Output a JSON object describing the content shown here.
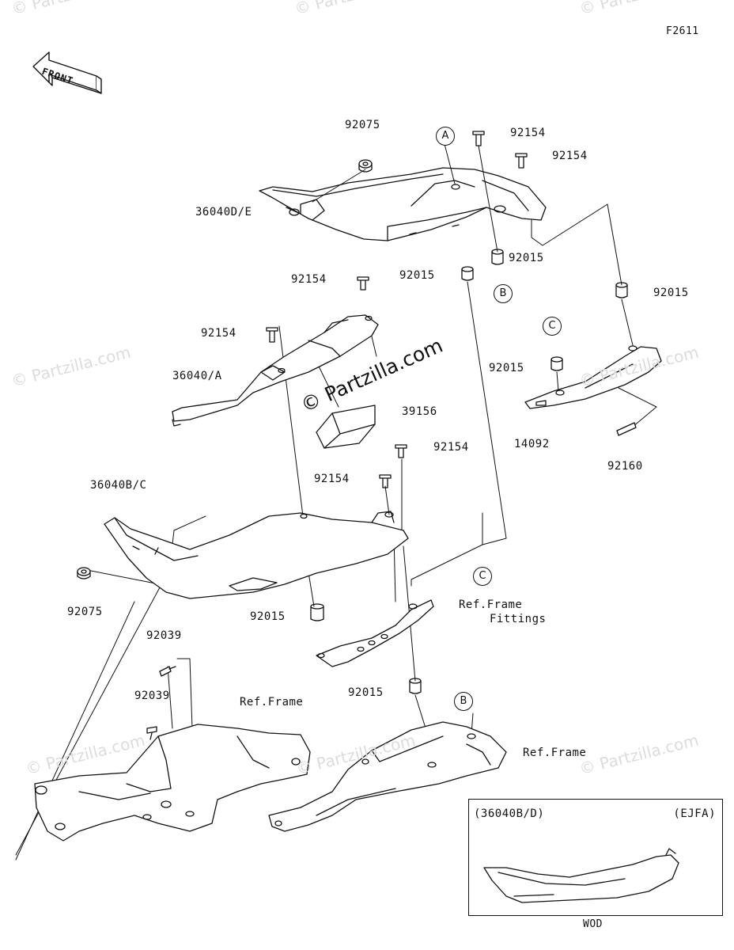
{
  "figure_id": "F2611",
  "front_label": "FRONT",
  "watermark": "© Partzilla.com",
  "parts": {
    "p92075_top": "92075",
    "p36040DE": "36040D/E",
    "p92154_a": "92154",
    "p92154_b": "92154",
    "p92015_a": "92015",
    "p92015_b": "92015",
    "p92015_c": "92015",
    "p92154_c": "92154",
    "p92154_d": "92154",
    "p36040A": "36040/A",
    "p39156": "39156",
    "p92015_d": "92015",
    "p14092": "14092",
    "p92160": "92160",
    "p92154_e": "92154",
    "p92154_f": "92154",
    "p36040BC": "36040B/C",
    "p92075_bot": "92075",
    "p92015_e": "92015",
    "p92039_a": "92039",
    "p92039_b": "92039",
    "p92015_f": "92015"
  },
  "refs": {
    "ref_frame_fittings_1": "Ref.Frame",
    "ref_frame_fittings_2": "Fittings",
    "ref_frame_left": "Ref.Frame",
    "ref_frame_right": "Ref.Frame"
  },
  "callouts": {
    "a": "A",
    "b": "B",
    "c": "C"
  },
  "inset": {
    "left_label": "(36040B/D)",
    "right_label": "(EJFA)",
    "bottom_label": "WOD"
  }
}
